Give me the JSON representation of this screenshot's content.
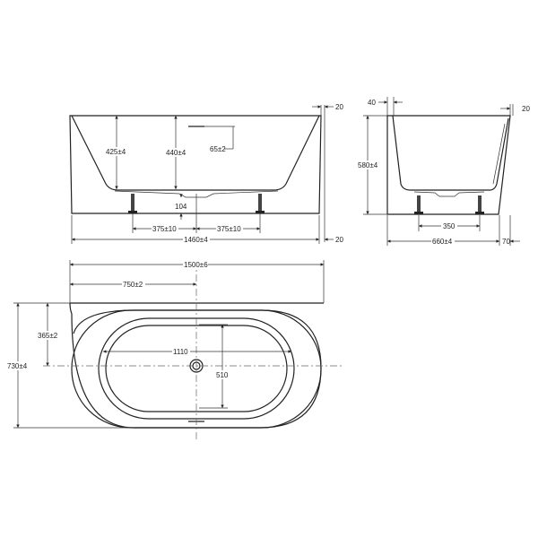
{
  "front_view": {
    "dims": {
      "rim_right": "20",
      "depth_side": "425±4",
      "depth_center": "440±4",
      "overflow": "65±2",
      "drain_height": "104",
      "leg_left": "375±10",
      "leg_right": "375±10",
      "length": "1460±4",
      "base_right": "20"
    }
  },
  "side_view": {
    "dims": {
      "back_wall": "40",
      "rim_right": "20",
      "height": "580±4",
      "leg_spacing": "350",
      "width": "660±4",
      "offset": "70"
    }
  },
  "top_view": {
    "dims": {
      "overall_length": "1500±6",
      "half_length": "750±2",
      "half_width": "365±2",
      "overall_width": "730±4",
      "inner_length": "1110",
      "inner_width": "510"
    }
  }
}
